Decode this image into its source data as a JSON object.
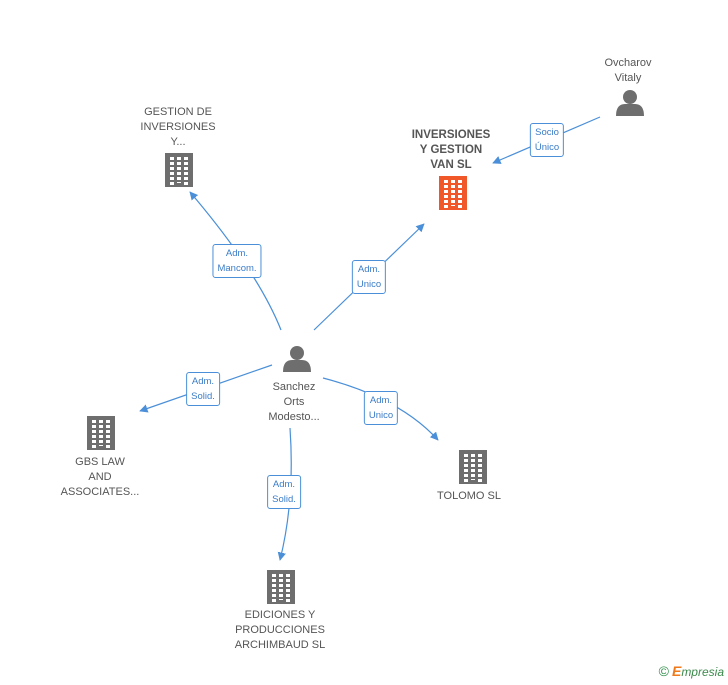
{
  "nodes": [
    {
      "id": "ovcharov",
      "type": "person",
      "label": [
        "Ovcharov",
        "Vitaly"
      ]
    },
    {
      "id": "gestion",
      "type": "company",
      "label": [
        "GESTION DE",
        "INVERSIONES",
        "Y..."
      ]
    },
    {
      "id": "inversiones",
      "type": "company-focus",
      "label": [
        "INVERSIONES",
        "Y GESTION",
        "VAN SL"
      ]
    },
    {
      "id": "sanchez",
      "type": "person",
      "label": [
        "Sanchez",
        "Orts",
        "Modesto..."
      ]
    },
    {
      "id": "gbs",
      "type": "company",
      "label": [
        "GBS LAW",
        "AND",
        "ASSOCIATES..."
      ]
    },
    {
      "id": "tolomo",
      "type": "company",
      "label": [
        "TOLOMO SL"
      ]
    },
    {
      "id": "ediciones",
      "type": "company",
      "label": [
        "EDICIONES Y",
        "PRODUCCIONES",
        "ARCHIMBAUD SL"
      ]
    }
  ],
  "edges": [
    {
      "from": "ovcharov",
      "to": "inversiones",
      "label": [
        "Socio",
        "Único"
      ]
    },
    {
      "from": "sanchez",
      "to": "gestion",
      "label": [
        "Adm.",
        "Mancom."
      ]
    },
    {
      "from": "sanchez",
      "to": "inversiones",
      "label": [
        "Adm.",
        "Unico"
      ]
    },
    {
      "from": "sanchez",
      "to": "gbs",
      "label": [
        "Adm.",
        "Solid."
      ]
    },
    {
      "from": "sanchez",
      "to": "tolomo",
      "label": [
        "Adm.",
        "Unico"
      ]
    },
    {
      "from": "sanchez",
      "to": "ediciones",
      "label": [
        "Adm.",
        "Solid."
      ]
    }
  ],
  "colors": {
    "edge": "#4a8fd8",
    "company": "#6e6e6e",
    "focus": "#f0582a",
    "person": "#6e6e6e"
  },
  "footer": {
    "symbol": "©",
    "brand_initial": "E",
    "brand_rest": "mpresia"
  }
}
